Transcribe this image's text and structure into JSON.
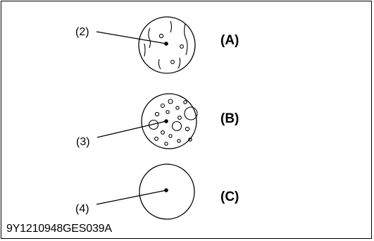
{
  "figure": {
    "panels": [
      {
        "id": "A",
        "label": "(A)",
        "callout": "(2)"
      },
      {
        "id": "B",
        "label": "(B)",
        "callout": "(3)"
      },
      {
        "id": "C",
        "label": "(C)",
        "callout": "(4)"
      }
    ],
    "figure_code": "9Y1210948GES039A"
  }
}
